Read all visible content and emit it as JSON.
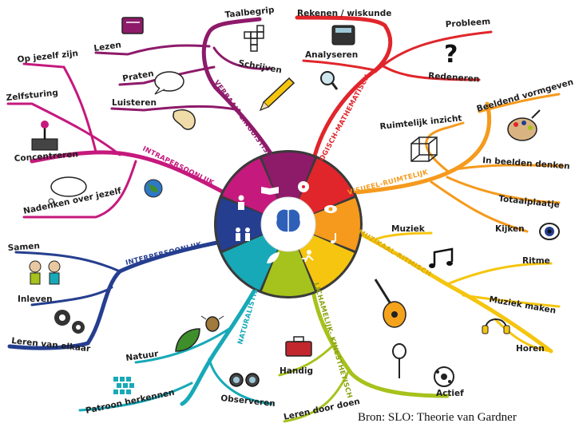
{
  "colors": {
    "verbaal": "#8e1a6a",
    "logisch": "#e0262b",
    "visueel": "#f59a1d",
    "muziek": "#f5c50f",
    "lichamelijk": "#a6c21c",
    "natuur": "#17a9b7",
    "inter": "#253e8f",
    "intra": "#c5197d",
    "hub": "#3a3a3a"
  },
  "branches": {
    "verbaal": "VERBAAL- LINGUISTISCH",
    "logisch": "LOGISCH-MATHEMATISCH",
    "visueel": "VISUEEL-RUIMTELIJK",
    "muziek": "MUZIKAAL-RITMISCH",
    "lichamelijk": "LICHAMELIJK- KINESTHETISCH",
    "natuur": "NATURALISTISCH",
    "inter": "INTERPERSOONLIJK",
    "intra": "INTRAPERSOONLIJK"
  },
  "labels": {
    "taalbegrip": "Taalbegrip",
    "lezen": "Lezen",
    "praten": "Praten",
    "schrijven": "Schrijven",
    "luisteren": "Luisteren",
    "rekenen": "Rekenen / wiskunde",
    "analyseren": "Analyseren",
    "probleem": "Probleem",
    "redeneren": "Redeneren",
    "ruimtelijk": "Ruimtelijk inzicht",
    "beeldend": "Beeldend vormgeven",
    "beelden_denken": "In beelden denken",
    "totaalplaatje": "Totaalplaatje",
    "kijken": "Kijken",
    "muziek": "Muziek",
    "ritme": "Ritme",
    "muziek_maken": "Muziek maken",
    "horen": "Horen",
    "handig": "Handig",
    "actief": "Actief",
    "leren_door_doen": "Leren door doen",
    "natuur": "Natuur",
    "observeren": "Observeren",
    "patroon": "Patroon herkennen",
    "samen": "Samen",
    "inleven": "Inleven",
    "leren_elkaar": "Leren van elkaar",
    "op_jezelf": "Op jezelf zijn",
    "zelfsturing": "Zelfsturing",
    "concentreren": "Concentreren",
    "nadenken": "Nadenken over jezelf"
  },
  "source": "Bron: SLO:  Theorie van Gardner"
}
